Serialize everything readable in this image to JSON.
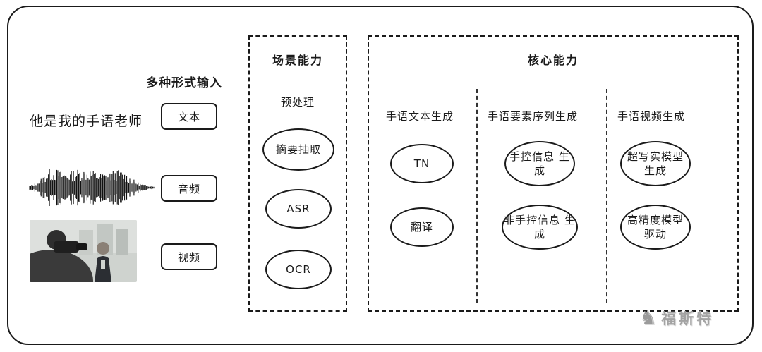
{
  "inputs": {
    "header": "多种形式输入",
    "text_example": "他是我的手语老师",
    "items": [
      {
        "label": "文本"
      },
      {
        "label": "音频"
      },
      {
        "label": "视频"
      }
    ]
  },
  "scene": {
    "title": "场景能力",
    "subtitle": "预处理",
    "nodes": [
      "摘要抽取",
      "ASR",
      "OCR"
    ]
  },
  "core": {
    "title": "核心能力",
    "columns": [
      {
        "header": "手语文本生成",
        "nodes": [
          "TN",
          "翻译"
        ]
      },
      {
        "header": "手语要素序列生成",
        "nodes": [
          "手控信息 生成",
          "非手控信息 生成"
        ]
      },
      {
        "header": "手语视频生成",
        "nodes": [
          "超写实模型 生成",
          "高精度模型 驱动"
        ]
      }
    ]
  },
  "watermark": {
    "text": "福斯特"
  },
  "colors": {
    "ink": "#1a1a1a",
    "watermark": "#a3a3a3"
  }
}
